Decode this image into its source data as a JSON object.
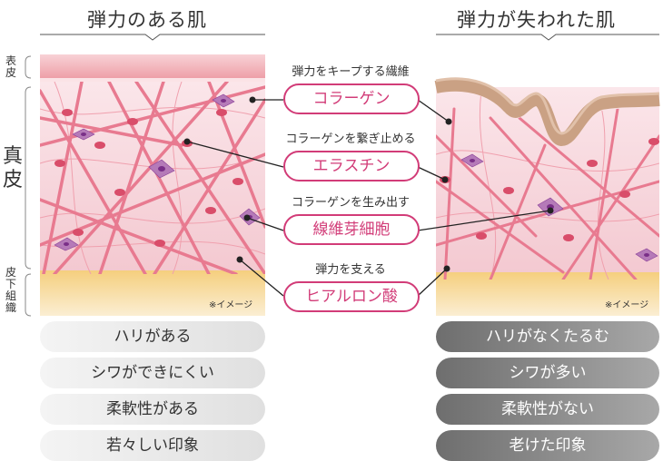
{
  "left_panel": {
    "title": "弾力のある肌",
    "note": "※イメージ",
    "rows": [
      "ハリがある",
      "シワができにくい",
      "柔軟性がある",
      "若々しい印象"
    ]
  },
  "right_panel": {
    "title": "弾力が失われた肌",
    "note": "※イメージ",
    "rows": [
      "ハリがなくたるむ",
      "シワが多い",
      "柔軟性がない",
      "老けた印象"
    ]
  },
  "layers": {
    "epidermis": "表皮",
    "dermis": "真皮",
    "subcutaneous": "皮下組織"
  },
  "legend": [
    {
      "caption": "弾力をキープする繊維",
      "label": "コラーゲン"
    },
    {
      "caption": "コラーゲンを繋ぎ止める",
      "label": "エラスチン"
    },
    {
      "caption": "コラーゲンを生み出す",
      "label": "線維芽細胞"
    },
    {
      "caption": "弾力を支える",
      "label": "ヒアルロン酸"
    }
  ],
  "colors": {
    "accent": "#d23c78",
    "fiber": "#e87a90",
    "dermis": "#f6d3da",
    "fat": "#f7d68c",
    "epidermis": "#f3c0c6",
    "wrinkle": "#caa184",
    "cell": "#8a3f98"
  }
}
